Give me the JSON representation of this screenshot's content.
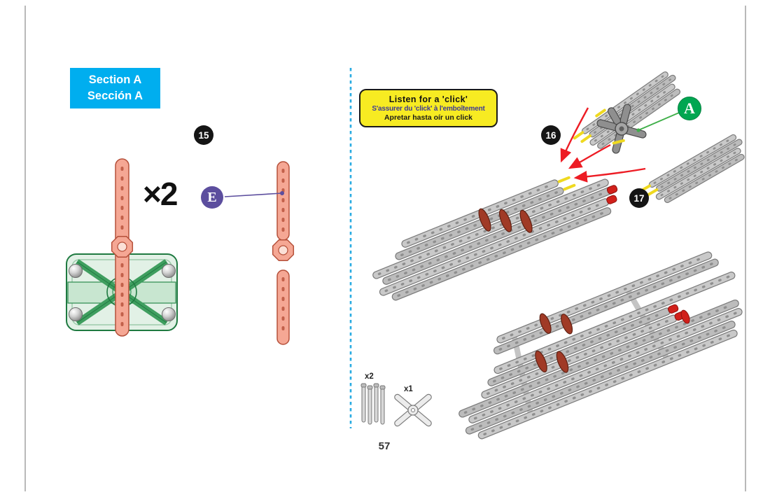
{
  "page": {
    "number": "57"
  },
  "section_label": {
    "en": "Section A",
    "es": "Sección A"
  },
  "steps": {
    "s15": "15",
    "s16": "16",
    "s17": "17"
  },
  "quantity_label": "×2",
  "part_badge": "E",
  "assembly_badge": "A",
  "callout": {
    "en": "Listen for a 'click'",
    "fr": "S'assurer du 'click' à l'emboîtement",
    "es": "Apretar hasta oír un click"
  },
  "inventory": {
    "pins_count": "x2",
    "connector_count": "x1"
  },
  "colors": {
    "accent_cyan": "#00AEEF",
    "badge_black": "#151515",
    "part_purple": "#5C4E9E",
    "assembly_green": "#00A651",
    "callout_yellow": "#F7EB22",
    "callout_fr_text": "#3d3a96",
    "part_pink": "#F5A794",
    "part_pink_outline": "#B5503A",
    "base_green": "#3F9E5F",
    "beam_gray": "#C9C9C9",
    "connector_ring_red": "#A03A26",
    "beam_tip_red": "#D1201B",
    "arrow_red": "#ED1C24",
    "pin_yellow": "#EFD920"
  }
}
